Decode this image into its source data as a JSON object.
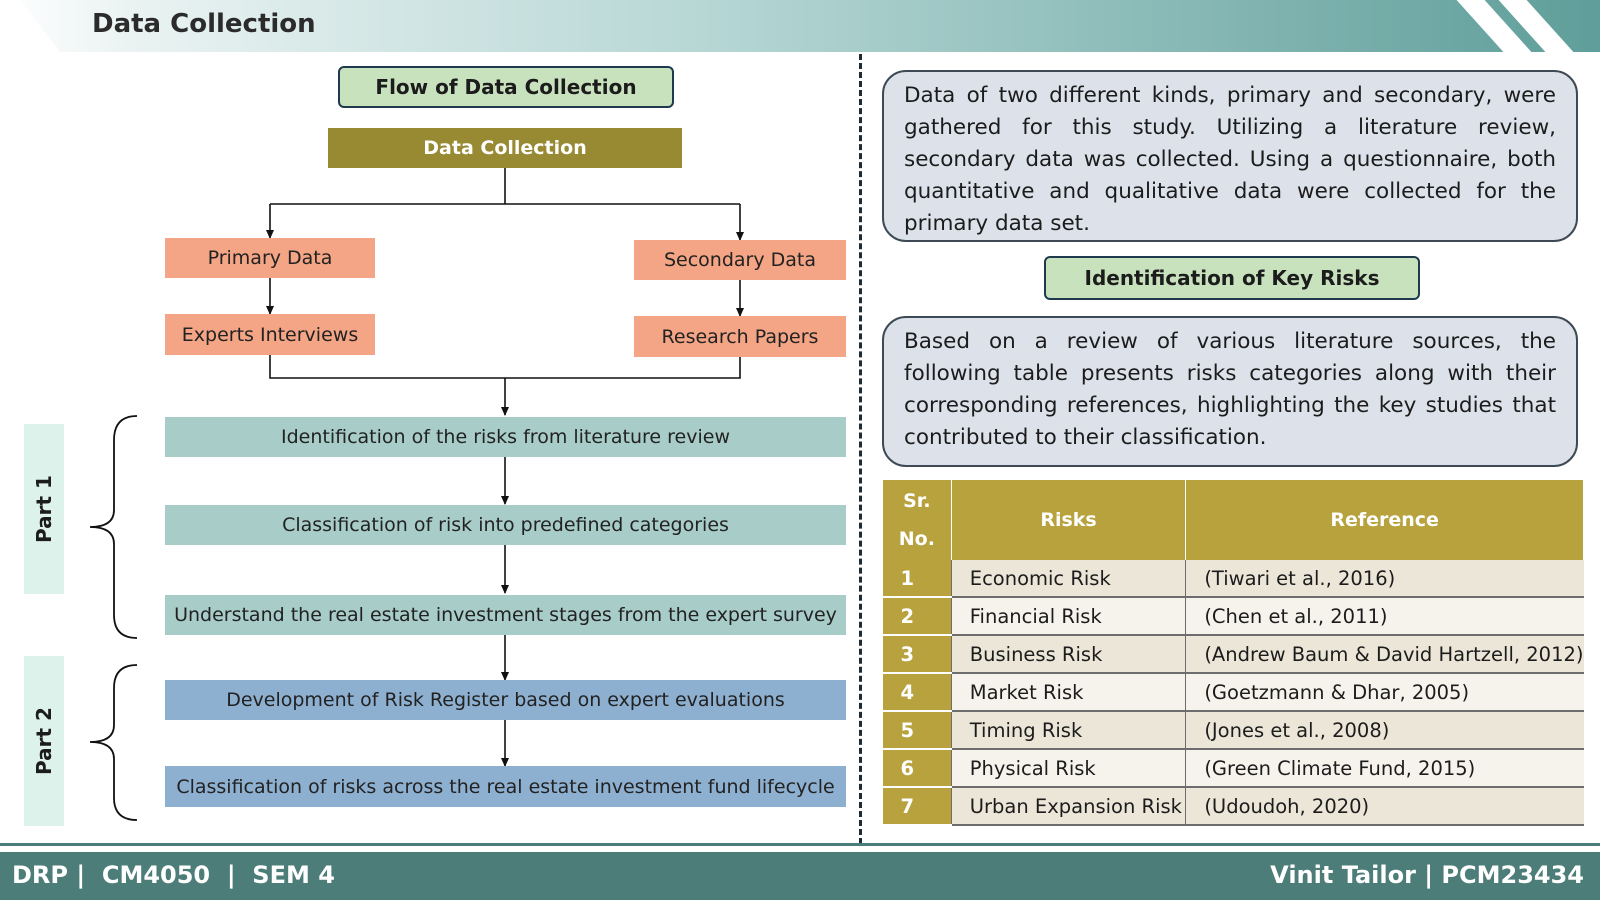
{
  "header": {
    "title": "Data Collection"
  },
  "flow": {
    "title": "Flow of Data Collection",
    "root": "Data Collection",
    "primary": "Primary Data",
    "secondary": "Secondary Data",
    "experts": "Experts Interviews",
    "papers": "Research Papers",
    "steps": [
      "Identification of the risks from literature review",
      "Classification of risk into predefined categories",
      "Understand the real estate investment stages from the expert survey",
      "Development of Risk Register based on expert evaluations",
      "Classification of risks across the real estate investment fund lifecycle"
    ],
    "part1": "Part 1",
    "part2": "Part 2"
  },
  "intro": {
    "text": "Data of two different kinds, primary and secondary, were gathered for this study. Utilizing a literature review, secondary data was collected. Using a questionnaire, both quantitative and qualitative data were collected for the primary data set."
  },
  "risks": {
    "title": "Identification of Key Risks",
    "text": "Based on a review of various literature sources, the following table presents risks categories along with their corresponding references, highlighting the key studies that contributed to their classification.",
    "table": {
      "headers": {
        "sr_line1": "Sr.",
        "sr_line2": "No.",
        "risks": "Risks",
        "reference": "Reference"
      },
      "rows": [
        {
          "no": "1",
          "risk": "Economic Risk",
          "ref": "(Tiwari et al., 2016)"
        },
        {
          "no": "2",
          "risk": "Financial Risk",
          "ref": "(Chen et al., 2011)"
        },
        {
          "no": "3",
          "risk": "Business Risk",
          "ref": "(Andrew Baum & David Hartzell, 2012)"
        },
        {
          "no": "4",
          "risk": "Market Risk",
          "ref": "(Goetzmann & Dhar, 2005)"
        },
        {
          "no": "5",
          "risk": "Timing Risk",
          "ref": "(Jones et al., 2008)"
        },
        {
          "no": "6",
          "risk": "Physical Risk",
          "ref": "(Green Climate Fund, 2015)"
        },
        {
          "no": "7",
          "risk": "Urban Expansion Risk",
          "ref": "(Udoudoh, 2020)"
        }
      ]
    }
  },
  "footer": {
    "left": "DRP |  CM4050  |  SEM 4",
    "right": "Vinit Tailor | PCM23434"
  }
}
